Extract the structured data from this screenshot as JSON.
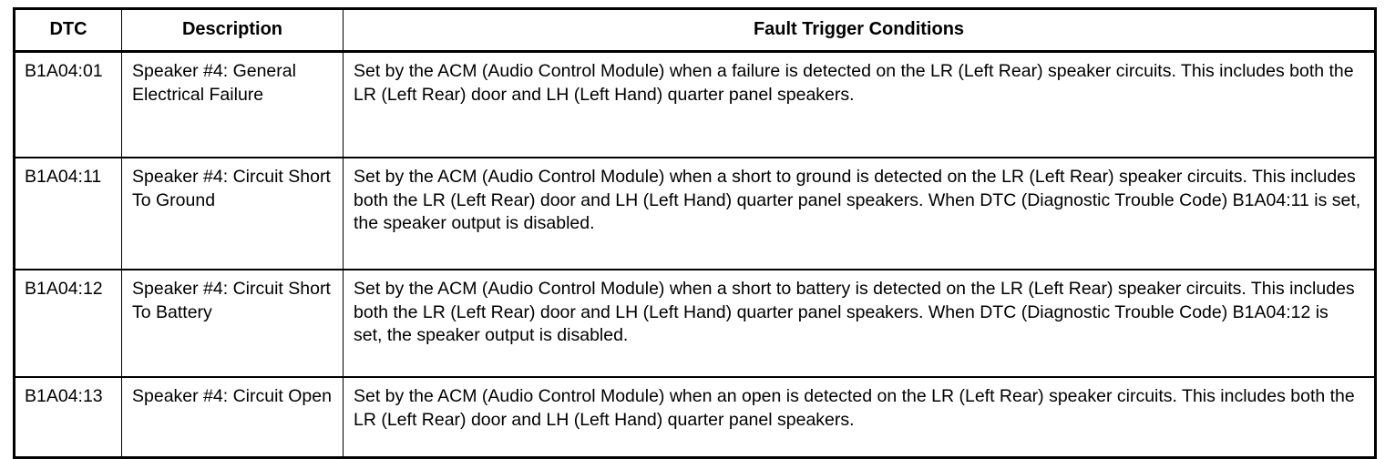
{
  "table": {
    "columns": [
      {
        "key": "dtc",
        "label": "DTC"
      },
      {
        "key": "description",
        "label": "Description"
      },
      {
        "key": "fault",
        "label": "Fault Trigger Conditions"
      }
    ],
    "rows": [
      {
        "dtc": "B1A04:01",
        "description": "Speaker #4: General Electrical Failure",
        "fault": "Set by the ACM (Audio Control Module) when a failure is detected on the LR (Left Rear) speaker circuits. This includes both the LR (Left Rear) door and LH (Left Hand) quarter panel speakers."
      },
      {
        "dtc": "B1A04:11",
        "description": "Speaker #4: Circuit Short To Ground",
        "fault": "Set by the ACM (Audio Control Module) when a short to ground is detected on the LR (Left Rear) speaker circuits. This includes both the LR (Left Rear) door and LH (Left Hand) quarter panel speakers. When DTC (Diagnostic Trouble Code) B1A04:11 is set, the speaker output is disabled."
      },
      {
        "dtc": "B1A04:12",
        "description": "Speaker #4: Circuit Short To Battery",
        "fault": "Set by the ACM (Audio Control Module) when a short to battery is detected on the LR (Left Rear) speaker circuits. This includes both the LR (Left Rear) door and LH (Left Hand) quarter panel speakers. When DTC (Diagnostic Trouble Code) B1A04:12 is set, the speaker output is disabled."
      },
      {
        "dtc": "B1A04:13",
        "description": "Speaker #4: Circuit Open",
        "fault": "Set by the ACM (Audio Control Module) when an open is detected on the LR (Left Rear) speaker circuits. This includes both the LR (Left Rear) door and LH (Left Hand) quarter panel speakers."
      }
    ]
  },
  "colors": {
    "border": "#000000",
    "text": "#000000",
    "background": "#ffffff"
  }
}
